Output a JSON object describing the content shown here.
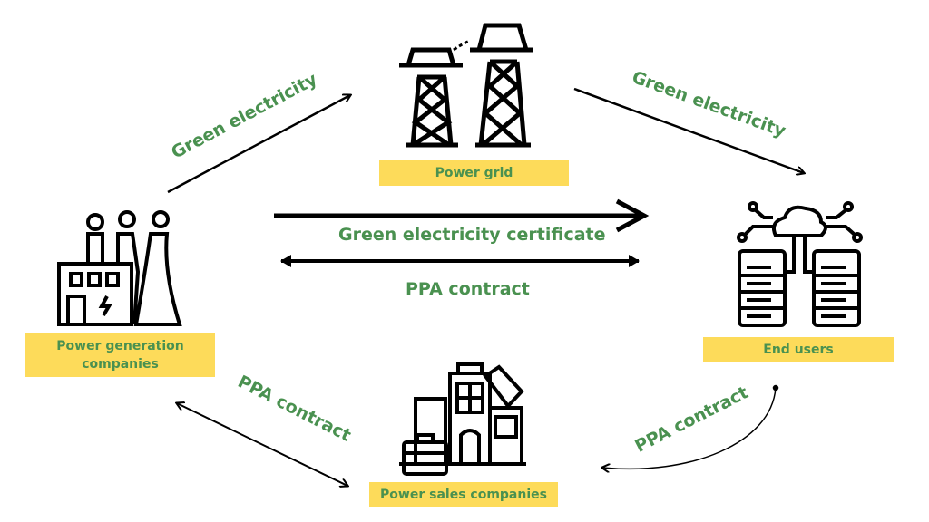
{
  "nodes": {
    "power_grid": "Power grid",
    "end_users": "End users",
    "power_generation": "Power generation companies",
    "power_sales": "Power sales companies"
  },
  "flows": {
    "gen_to_grid": "Green electricity",
    "grid_to_users": "Green electricity",
    "certificate": "Green electricity certificate",
    "ppa_center": "PPA contract",
    "ppa_gen_sales": "PPA contract",
    "ppa_users_sales": "PPA contract"
  },
  "colors": {
    "label_bg": "#fddb5a",
    "text": "#4a9150",
    "lines": "#000000"
  }
}
